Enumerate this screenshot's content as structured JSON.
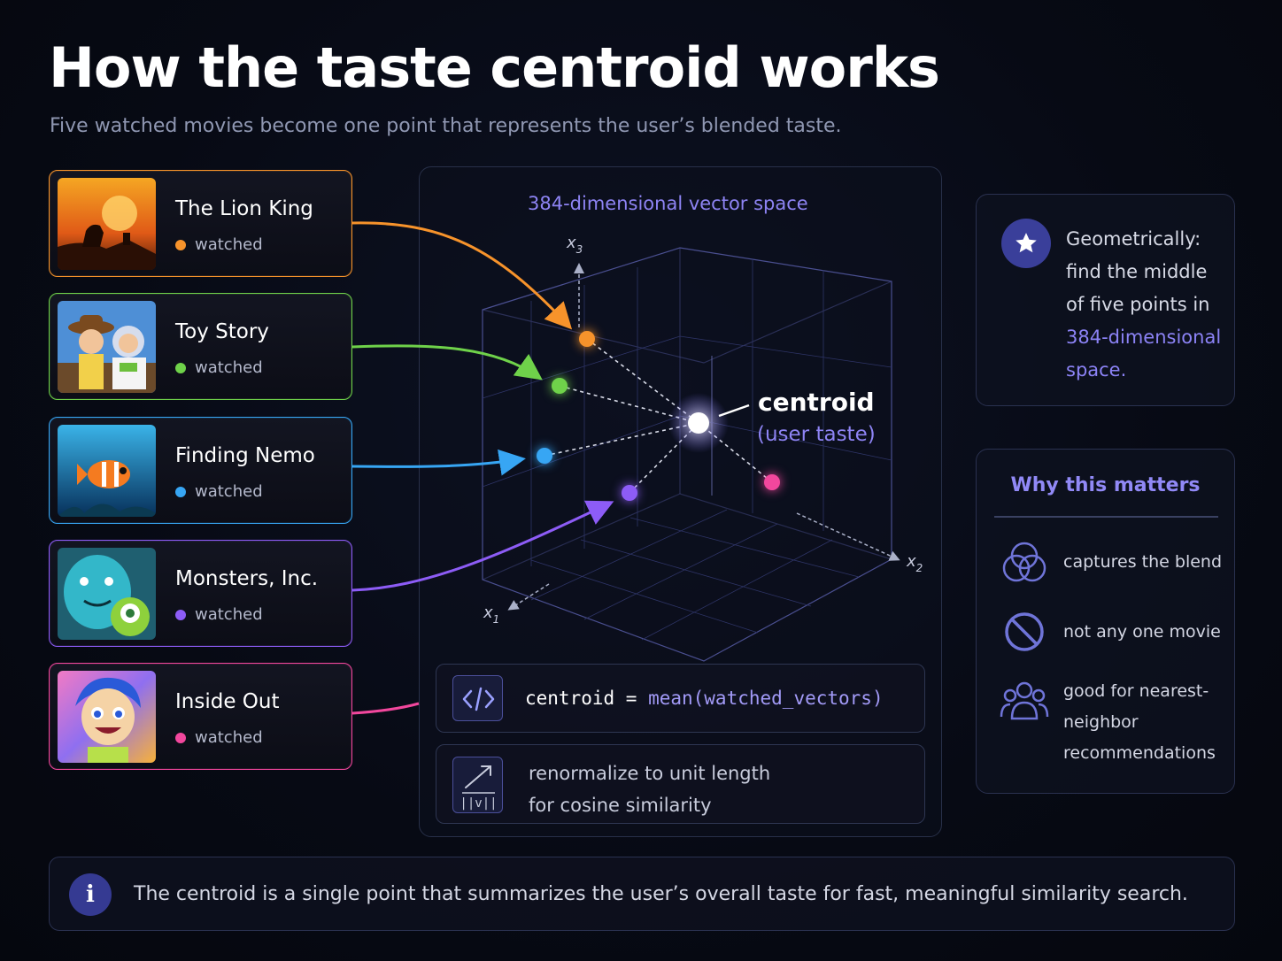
{
  "header": {
    "title": "How the taste centroid works",
    "subtitle": "Five watched movies become one point that represents the user’s blended taste."
  },
  "movies": [
    {
      "title": "The Lion King",
      "status": "watched",
      "color": "#f7932b"
    },
    {
      "title": "Toy Story",
      "status": "watched",
      "color": "#6fd24a"
    },
    {
      "title": "Finding Nemo",
      "status": "watched",
      "color": "#37a6f4"
    },
    {
      "title": "Monsters, Inc.",
      "status": "watched",
      "color": "#8d5cf6"
    },
    {
      "title": "Inside Out",
      "status": "watched",
      "color": "#f2479d"
    }
  ],
  "space": {
    "label": "384-dimensional vector space",
    "axes": {
      "x1": "x",
      "x1_sub": "1",
      "x2": "x",
      "x2_sub": "2",
      "x3": "x",
      "x3_sub": "3"
    },
    "centroid_label": "centroid",
    "centroid_sublabel": "(user taste)",
    "extra_point_color": "#f2479d",
    "centroid_color": "#ffffff"
  },
  "formula": {
    "lhs": "centroid = ",
    "fn": "mean(watched_vectors)",
    "icon": "code-icon"
  },
  "renormalize": {
    "line1": "renormalize to unit length",
    "line2": "for cosine similarity",
    "icon": "normalize-icon"
  },
  "geometry": {
    "icon": "star-icon",
    "text_plain": "Geometrically: find the middle of five points in",
    "text_highlight": "384-dimensional space."
  },
  "why": {
    "title": "Why this matters",
    "items": [
      {
        "label": "captures the blend",
        "icon": "venn-icon"
      },
      {
        "label": "not any one movie",
        "icon": "prohibited-icon"
      },
      {
        "label": "good for nearest-neighbor recommendations",
        "icon": "group-icon"
      }
    ]
  },
  "info": {
    "icon": "info-icon",
    "text": "The centroid is a single point that summarizes the user’s overall taste for fast, meaningful similarity search."
  },
  "colors": {
    "accent": "#8e84f4",
    "background": "#070a14"
  }
}
